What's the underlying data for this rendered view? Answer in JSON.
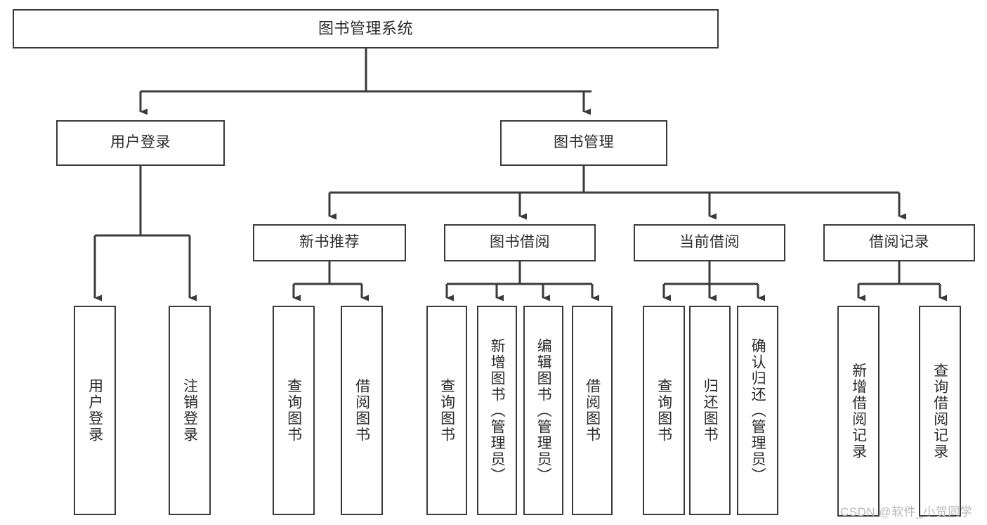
{
  "diagram": {
    "title": "图书管理系统",
    "type": "tree-hierarchy",
    "colors": {
      "box_border": "#3a3a3a",
      "box_fill": "#ffffff",
      "edge": "#3a3a3a",
      "text": "#2b2b2b",
      "watermark": "#b9b9b9",
      "background": "#ffffff"
    },
    "nodes": {
      "root": {
        "label": "图书管理系统"
      },
      "level2": [
        {
          "id": "user-login",
          "label": "用户登录"
        },
        {
          "id": "book-manage",
          "label": "图书管理"
        }
      ],
      "level3": [
        {
          "id": "new-book-recommend",
          "label": "新书推荐"
        },
        {
          "id": "book-borrow",
          "label": "图书借阅"
        },
        {
          "id": "current-borrow",
          "label": "当前借阅"
        },
        {
          "id": "borrow-record",
          "label": "借阅记录"
        }
      ],
      "leaves": {
        "user-login": [
          {
            "id": "leaf-user-login",
            "label": "用户登录"
          },
          {
            "id": "leaf-logout",
            "label": "注销登录"
          }
        ],
        "new-book-recommend": [
          {
            "id": "leaf-query-book-1",
            "label": "查询图书"
          },
          {
            "id": "leaf-borrow-book-1",
            "label": "借阅图书"
          }
        ],
        "book-borrow": [
          {
            "id": "leaf-query-book-2",
            "label": "查询图书"
          },
          {
            "id": "leaf-add-book",
            "label": "新增图书（管理员）"
          },
          {
            "id": "leaf-edit-book",
            "label": "编辑图书（管理员）"
          },
          {
            "id": "leaf-borrow-book-2",
            "label": "借阅图书"
          }
        ],
        "current-borrow": [
          {
            "id": "leaf-query-book-3",
            "label": "查询图书"
          },
          {
            "id": "leaf-return-book",
            "label": "归还图书"
          },
          {
            "id": "leaf-confirm-return",
            "label": "确认归还（管理员）"
          }
        ],
        "borrow-record": [
          {
            "id": "leaf-add-record",
            "label": "新增借阅记录"
          },
          {
            "id": "leaf-query-record",
            "label": "查询借阅记录"
          }
        ]
      }
    },
    "watermark": "CSDN @软件_小贺同学"
  }
}
